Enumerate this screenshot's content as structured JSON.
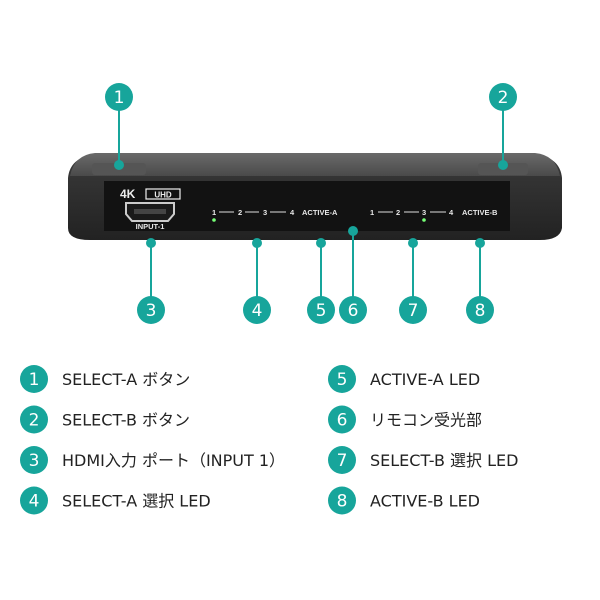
{
  "accent_color": "#17a59b",
  "device": {
    "badge_4k": "4K",
    "badge_uhd": "UHD",
    "port_label": "INPUT-1",
    "group_a": {
      "numbers": [
        "1",
        "2",
        "3",
        "4"
      ],
      "label": "ACTIVE-A",
      "lit_led": 1
    },
    "group_b": {
      "numbers": [
        "1",
        "2",
        "3",
        "4"
      ],
      "label": "ACTIVE-B",
      "lit_led": 3
    }
  },
  "callouts": [
    "1",
    "2",
    "3",
    "4",
    "5",
    "6",
    "7",
    "8"
  ],
  "legend": [
    {
      "num": "1",
      "text": "SELECT-A ボタン"
    },
    {
      "num": "2",
      "text": "SELECT-B ボタン"
    },
    {
      "num": "3",
      "text": "HDMI入力 ポート（INPUT 1）"
    },
    {
      "num": "4",
      "text": "SELECT-A 選択 LED"
    },
    {
      "num": "5",
      "text": "ACTIVE-A LED"
    },
    {
      "num": "6",
      "text": "リモコン受光部"
    },
    {
      "num": "7",
      "text": "SELECT-B 選択 LED"
    },
    {
      "num": "8",
      "text": "ACTIVE-B LED"
    }
  ]
}
